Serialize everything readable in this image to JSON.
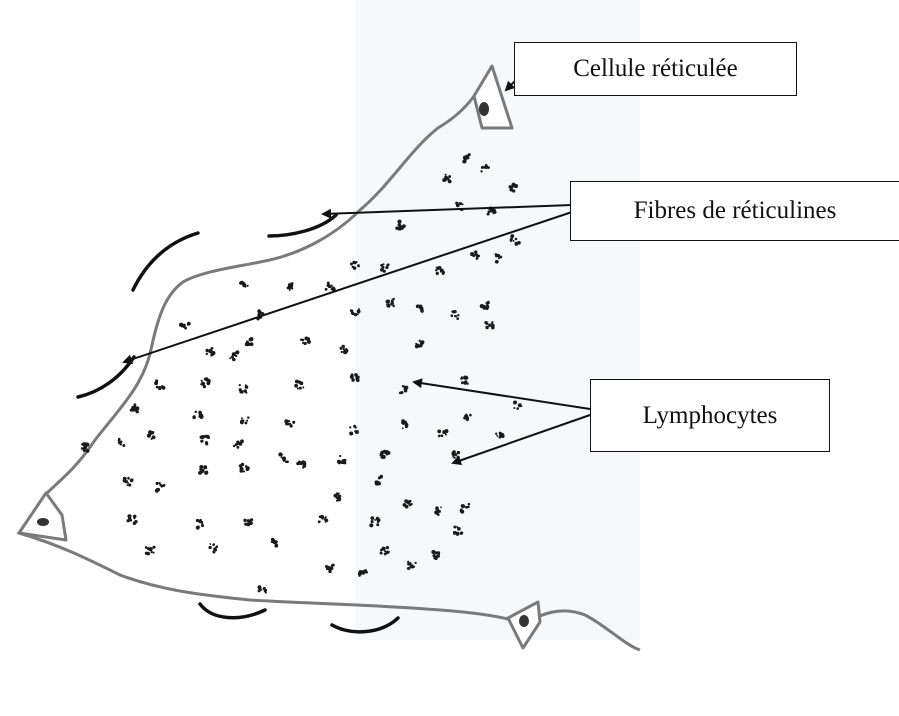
{
  "labels": {
    "cellule_reticulee": "Cellule réticulée",
    "fibres_reticulines": "Fibres de réticulines",
    "lymphocytes": "Lymphocytes"
  },
  "colors": {
    "outline": "#7a7a7a",
    "fiber": "#111111",
    "lymphocyte": "#1a1a1a",
    "arrow": "#111111"
  }
}
